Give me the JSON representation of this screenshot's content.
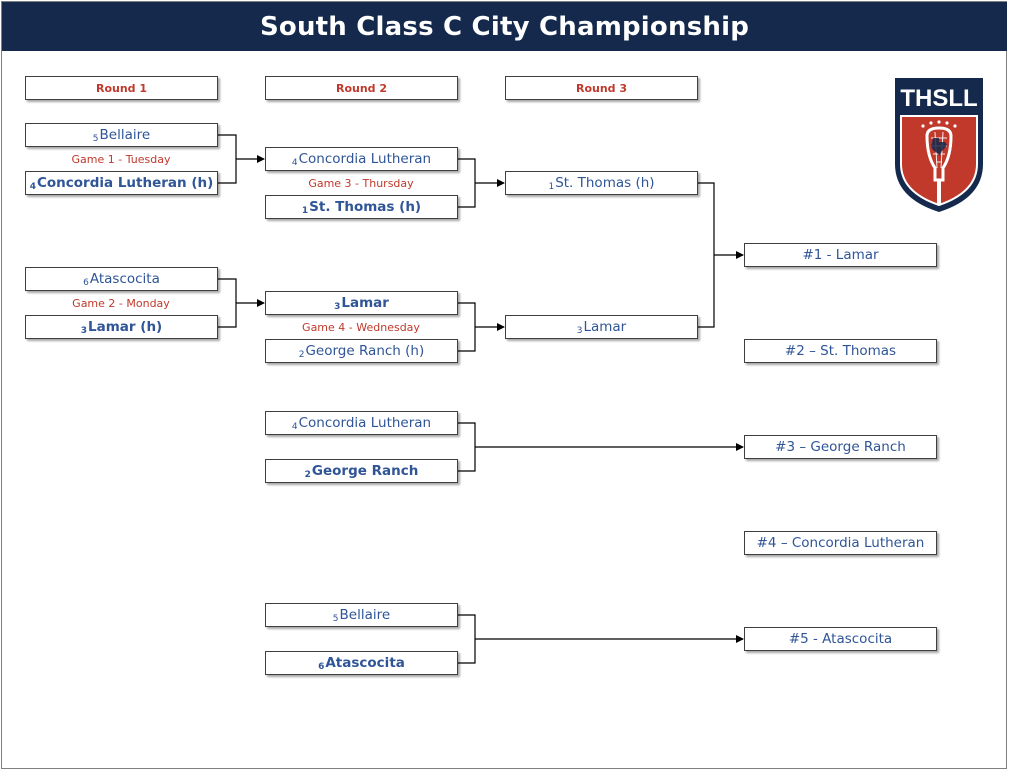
{
  "title": "South Class C City Championship",
  "logo": {
    "text": "THSLL",
    "colors": {
      "navy": "#14294c",
      "red": "#c0392b"
    }
  },
  "rounds": [
    "Round 1",
    "Round 2",
    "Round 3"
  ],
  "round1": {
    "game1": {
      "label": "Game 1 - Tuesday",
      "top": {
        "seed": "5",
        "name": "Bellaire"
      },
      "bottom": {
        "seed": "4",
        "name": "Concordia Lutheran (h)"
      }
    },
    "game2": {
      "label": "Game 2 - Monday",
      "top": {
        "seed": "6",
        "name": "Atascocita"
      },
      "bottom": {
        "seed": "3",
        "name": "Lamar (h)"
      }
    }
  },
  "round2": {
    "game3": {
      "label": "Game 3 - Thursday",
      "top": {
        "seed": "4",
        "name": "Concordia Lutheran"
      },
      "bottom": {
        "seed": "1",
        "name": "St. Thomas (h)"
      }
    },
    "game4": {
      "label": "Game 4 - Wednesday",
      "top": {
        "seed": "3",
        "name": "Lamar"
      },
      "bottom": {
        "seed": "2",
        "name": "George Ranch (h)"
      }
    },
    "consolation_a": {
      "top": {
        "seed": "4",
        "name": "Concordia Lutheran"
      },
      "bottom": {
        "seed": "2",
        "name": "George Ranch"
      }
    },
    "consolation_b": {
      "top": {
        "seed": "5",
        "name": "Bellaire"
      },
      "bottom": {
        "seed": "6",
        "name": "Atascocita"
      }
    }
  },
  "round3": {
    "top": {
      "seed": "1",
      "name": "St. Thomas (h)"
    },
    "bottom": {
      "seed": "3",
      "name": "Lamar"
    }
  },
  "placements": [
    "#1 - Lamar",
    "#2 – St. Thomas",
    "#3 – George Ranch",
    "#4 – Concordia Lutheran",
    "#5 - Atascocita"
  ]
}
